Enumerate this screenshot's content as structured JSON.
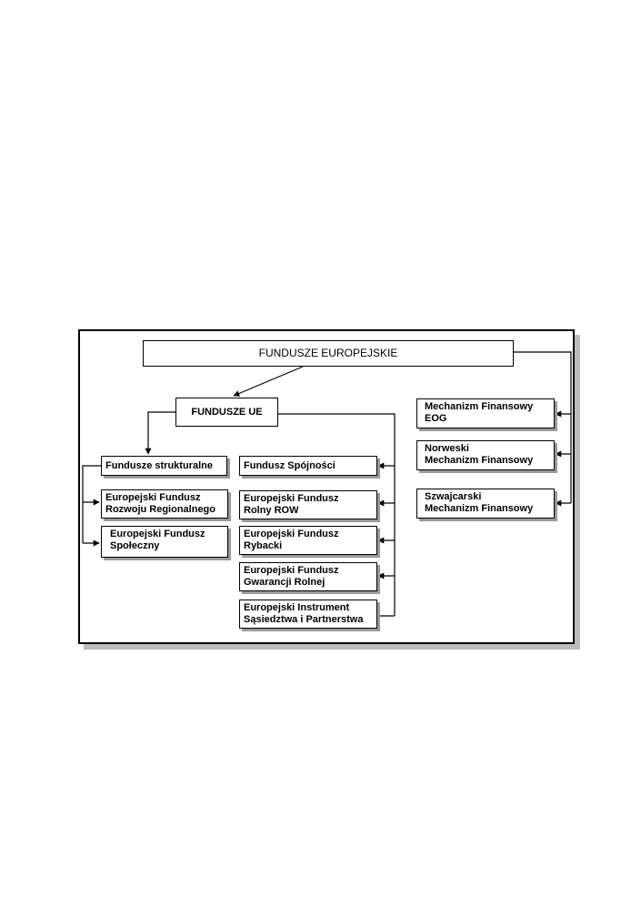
{
  "diagram": {
    "root": "FUNDUSZE EUROPEJSKIE",
    "eu_funds": "FUNDUSZE UE",
    "structural": {
      "label": "Fundusze strukturalne",
      "children": [
        "Europejski Fundusz\nRozwoju Regionalnego",
        "Europejski Fundusz\nSpołeczny"
      ]
    },
    "other_funds": [
      "Fundusz Spójności",
      "Europejski Fundusz\nRolny ROW",
      "Europejski Fundusz\nRybacki",
      "Europejski Fundusz\nGwarancji Rolnej",
      "Europejski Instrument\nSąsiedztwa i Partnerstwa"
    ],
    "mechanisms": [
      "Mechanizm Finansowy\nEOG",
      "Norweski\nMechanizm Finansowy",
      "Szwajcarski\nMechanizm Finansowy"
    ]
  }
}
